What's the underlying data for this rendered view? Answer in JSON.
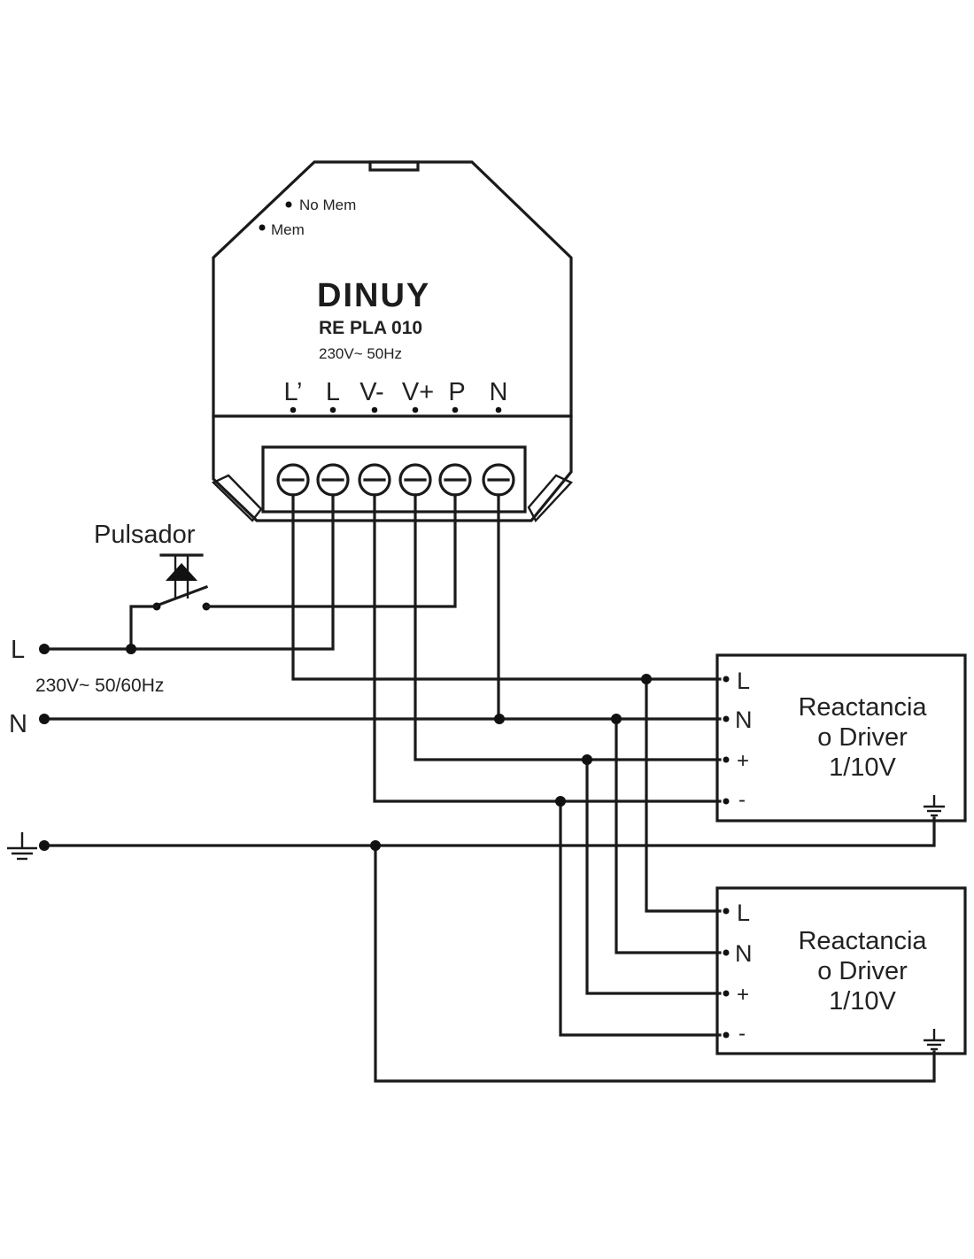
{
  "device": {
    "brand": "DINUY",
    "model": "RE PLA 010",
    "rating": "230V~ 50Hz",
    "mode_no_mem": "No Mem",
    "mode_mem": "Mem",
    "terminals": [
      "L’",
      "L",
      "V-",
      "V+",
      "P",
      "N"
    ]
  },
  "pushbutton": {
    "label": "Pulsador"
  },
  "supply": {
    "line_label": "L",
    "neutral_label": "N",
    "rating": "230V~ 50/60Hz"
  },
  "drivers": [
    {
      "line1": "Reactancia",
      "line2": "o Driver",
      "line3": "1/10V",
      "terminals": [
        "L",
        "N",
        "+",
        "-"
      ]
    },
    {
      "line1": "Reactancia",
      "line2": "o Driver",
      "line3": "1/10V",
      "terminals": [
        "L",
        "N",
        "+",
        "-"
      ]
    }
  ]
}
